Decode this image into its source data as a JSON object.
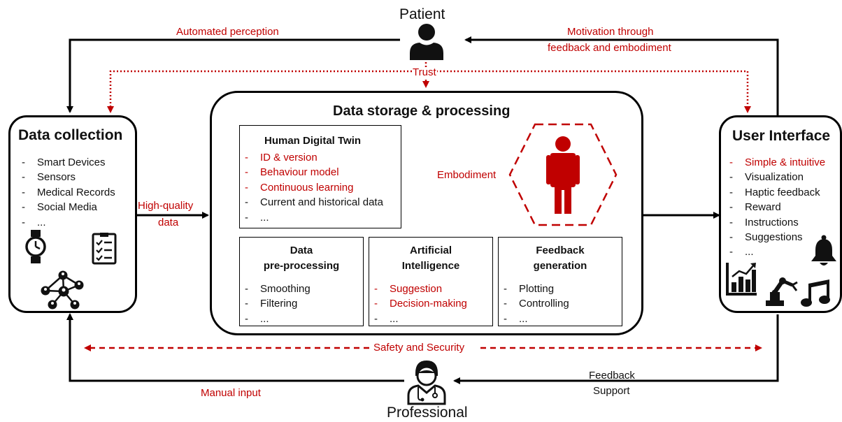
{
  "patient": {
    "label": "Patient",
    "icon": "person-icon"
  },
  "professional": {
    "label": "Professional",
    "icon": "doctor-icon"
  },
  "edges": {
    "automated_perception": "Automated perception",
    "motivation": [
      "Motivation through",
      "feedback and embodiment"
    ],
    "trust": "Trust",
    "high_quality": [
      "High-quality",
      "data"
    ],
    "safety": "Safety and Security",
    "manual_input": "Manual input",
    "feedback_support": [
      "Feedback",
      "Support"
    ],
    "embodiment": "Embodiment"
  },
  "data_collection": {
    "title": "Data collection",
    "items": [
      {
        "text": "Smart Devices",
        "color": "black"
      },
      {
        "text": "Sensors",
        "color": "black"
      },
      {
        "text": "Medical Records",
        "color": "black"
      },
      {
        "text": "Social Media",
        "color": "black"
      },
      {
        "text": "...",
        "color": "black"
      }
    ],
    "icons": [
      "smartwatch-icon",
      "checklist-icon",
      "network-icon"
    ]
  },
  "storage": {
    "title": "Data storage & processing",
    "digital_twin": {
      "title": "Human Digital Twin",
      "items": [
        {
          "text": "ID & version",
          "color": "red"
        },
        {
          "text": "Behaviour model",
          "color": "red"
        },
        {
          "text": "Continuous learning",
          "color": "red"
        },
        {
          "text": "Current and historical data",
          "color": "black"
        },
        {
          "text": "...",
          "color": "black"
        }
      ]
    },
    "preprocessing": {
      "title": [
        "Data",
        "pre-processing"
      ],
      "items": [
        {
          "text": "Smoothing",
          "color": "black"
        },
        {
          "text": "Filtering",
          "color": "black"
        },
        {
          "text": "...",
          "color": "black"
        }
      ]
    },
    "ai": {
      "title": [
        "Artificial",
        "Intelligence"
      ],
      "items": [
        {
          "text": "Suggestion",
          "color": "red"
        },
        {
          "text": "Decision-making",
          "color": "red"
        },
        {
          "text": "...",
          "color": "black"
        }
      ]
    },
    "feedback_gen": {
      "title": [
        "Feedback",
        "generation"
      ],
      "items": [
        {
          "text": "Plotting",
          "color": "black"
        },
        {
          "text": "Controlling",
          "color": "black"
        },
        {
          "text": "...",
          "color": "black"
        }
      ]
    }
  },
  "user_interface": {
    "title": "User Interface",
    "items": [
      {
        "text": "Simple & intuitive",
        "color": "red"
      },
      {
        "text": "Visualization",
        "color": "black"
      },
      {
        "text": "Haptic feedback",
        "color": "black"
      },
      {
        "text": "Reward",
        "color": "black"
      },
      {
        "text": "Instructions",
        "color": "black"
      },
      {
        "text": "Suggestions",
        "color": "black"
      },
      {
        "text": "...",
        "color": "black"
      }
    ],
    "icons": [
      "bell-icon",
      "bar-chart-icon",
      "robot-arm-icon",
      "music-note-icon"
    ]
  },
  "colors": {
    "accent_red": "#c00000",
    "line_black": "#000000"
  }
}
